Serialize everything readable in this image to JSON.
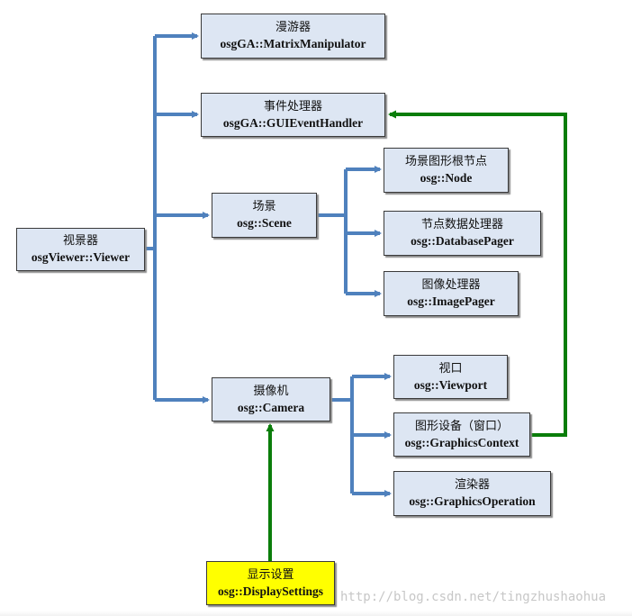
{
  "nodes": {
    "viewer": {
      "cn": "视景器",
      "en": "osgViewer::Viewer"
    },
    "manipulator": {
      "cn": "漫游器",
      "en": "osgGA::MatrixManipulator"
    },
    "event": {
      "cn": "事件处理器",
      "en": "osgGA::GUIEventHandler"
    },
    "scene": {
      "cn": "场景",
      "en": "osg::Scene"
    },
    "node": {
      "cn": "场景图形根节点",
      "en": "osg::Node"
    },
    "dbpager": {
      "cn": "节点数据处理器",
      "en": "osg::DatabasePager"
    },
    "imgpager": {
      "cn": "图像处理器",
      "en": "osg::ImagePager"
    },
    "camera": {
      "cn": "摄像机",
      "en": "osg::Camera"
    },
    "viewport": {
      "cn": "视口",
      "en": "osg::Viewport"
    },
    "gcontext": {
      "cn": "图形设备（窗口）",
      "en": "osg::GraphicsContext"
    },
    "gop": {
      "cn": "渲染器",
      "en": "osg::GraphicsOperation"
    },
    "display": {
      "cn": "显示设置",
      "en": "osg::DisplaySettings"
    }
  },
  "colors": {
    "blue_arrow": "#4f81bd",
    "green_arrow": "#0a7d0a",
    "box_fill": "#dde6f3",
    "highlight_fill": "#ffff00"
  },
  "watermark": "http://blog.csdn.net/tingzhushaohua"
}
